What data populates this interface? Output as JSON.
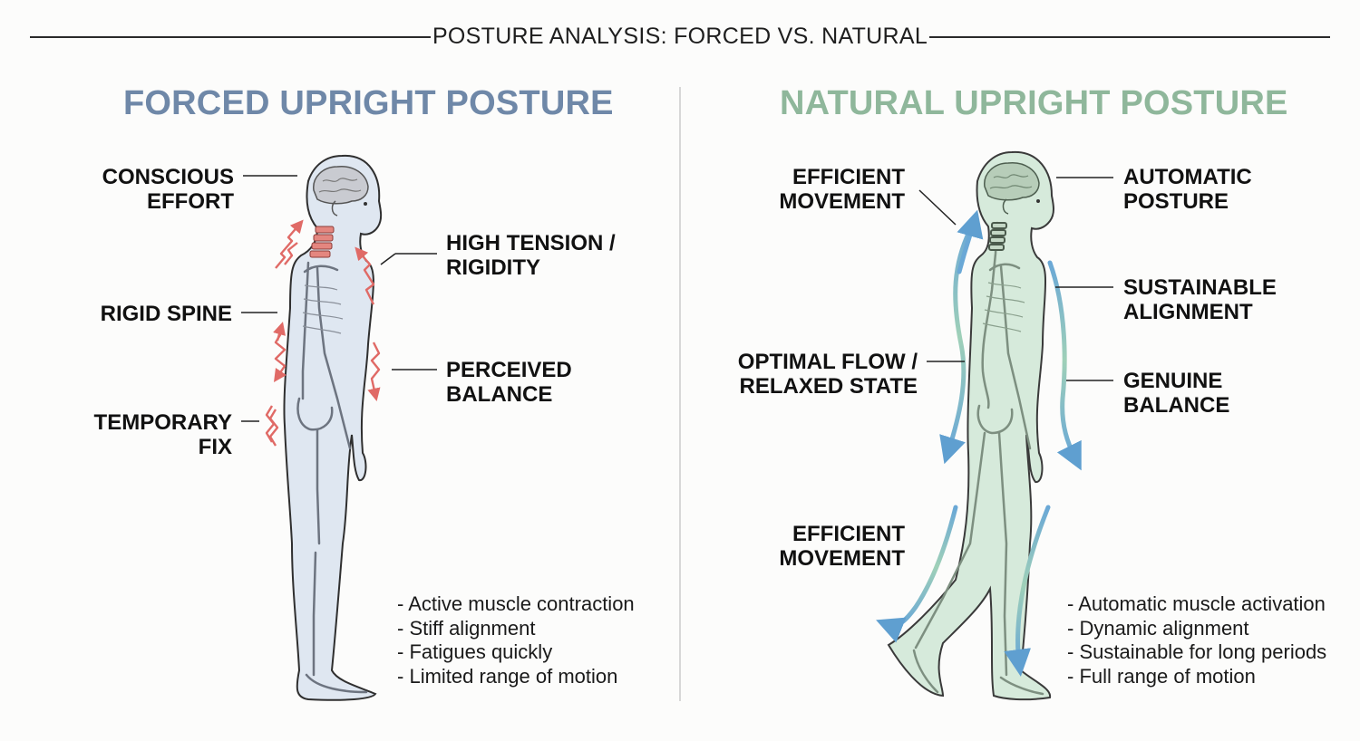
{
  "header": {
    "title": "POSTURE ANALYSIS: FORCED VS. NATURAL"
  },
  "colors": {
    "forced_title": "#6f88a8",
    "natural_title": "#8fb79b",
    "tension_red": "#e06a66",
    "flow_blue": "#6aa8d6",
    "forced_body": "#dfe7f1",
    "natural_body": "#d6eadb"
  },
  "forced": {
    "title": "FORCED UPRIGHT POSTURE",
    "labels": {
      "conscious_effort": [
        "CONSCIOUS",
        "EFFORT"
      ],
      "high_tension": [
        "HIGH TENSION /",
        "RIGIDITY"
      ],
      "rigid_spine": [
        "RIGID SPINE"
      ],
      "perceived_balance": [
        "PERCEIVED",
        "BALANCE"
      ],
      "temporary_fix": [
        "TEMPORARY",
        "FIX"
      ]
    },
    "notes": [
      "Active muscle contraction",
      "Stiff alignment",
      "Fatigues quickly",
      "Limited range of motion"
    ]
  },
  "natural": {
    "title": "NATURAL UPRIGHT POSTURE",
    "labels": {
      "efficient_movement_top": [
        "EFFICIENT",
        "MOVEMENT"
      ],
      "automatic_posture": [
        "AUTOMATIC",
        "POSTURE"
      ],
      "sustainable_alignment": [
        "SUSTAINABLE",
        "ALIGNMENT"
      ],
      "optimal_flow": [
        "OPTIMAL FLOW /",
        "RELAXED STATE"
      ],
      "genuine_balance": [
        "GENUINE",
        "BALANCE"
      ],
      "efficient_movement_bottom": [
        "EFFICIENT",
        "MOVEMENT"
      ]
    },
    "notes": [
      "Automatic muscle activation",
      "Dynamic alignment",
      "Sustainable for long periods",
      "Full range of motion"
    ]
  }
}
